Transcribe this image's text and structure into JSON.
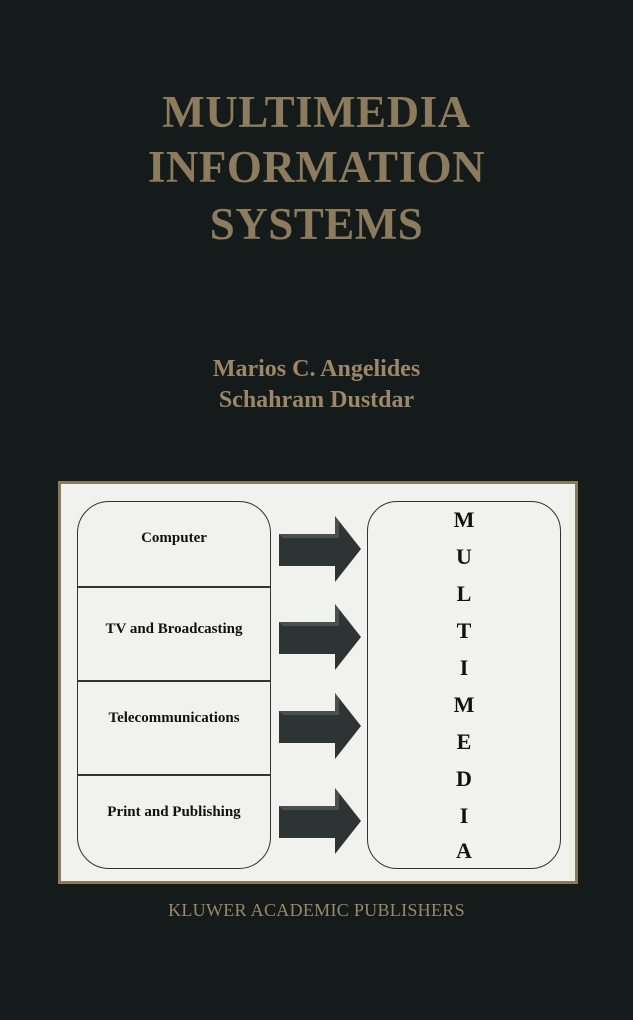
{
  "title_lines": [
    "MULTIMEDIA",
    "INFORMATION",
    "SYSTEMS"
  ],
  "authors": [
    "Marios C. Angelides",
    "Schahram Dustdar"
  ],
  "diagram": {
    "sources": [
      "Computer",
      "TV and Broadcasting",
      "Telecommunications",
      "Print and Publishing"
    ],
    "target_letters": [
      "M",
      "U",
      "L",
      "T",
      "I",
      "M",
      "E",
      "D",
      "I",
      "A"
    ]
  },
  "publisher": "KLUWER ACADEMIC PUBLISHERS",
  "colors": {
    "background": "#151b1b",
    "title": "#8d7b5d",
    "frame": "#8a7a5c",
    "arrow": "#2e3333"
  }
}
